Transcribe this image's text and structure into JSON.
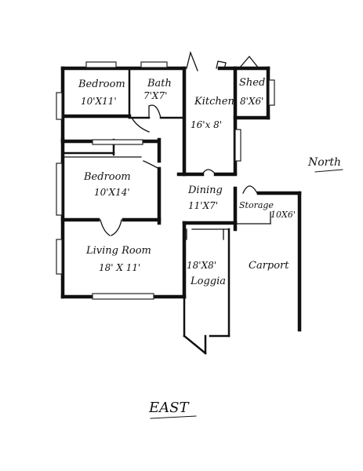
{
  "rooms": {
    "bedroom1": {
      "name": "Bedroom",
      "size": "10'X11'"
    },
    "bath": {
      "name": "Bath",
      "size": "7'X7'"
    },
    "kitchen": {
      "name": "Kitchen",
      "size": "16'x 8'"
    },
    "shed": {
      "name": "Shed",
      "size": "8'X6'"
    },
    "bedroom2": {
      "name": "Bedroom",
      "size": "10'X14'"
    },
    "dining": {
      "name": "Dining",
      "size": "11'X7'"
    },
    "storage": {
      "name": "Storage",
      "size": "10X6'"
    },
    "living": {
      "name": "Living Room",
      "size": "18' X 11'"
    },
    "loggia": {
      "name": "Loggia",
      "size": "18'X8'"
    },
    "carport": {
      "name": "Carport"
    }
  },
  "compass": {
    "north": "North",
    "east": "EAST"
  }
}
